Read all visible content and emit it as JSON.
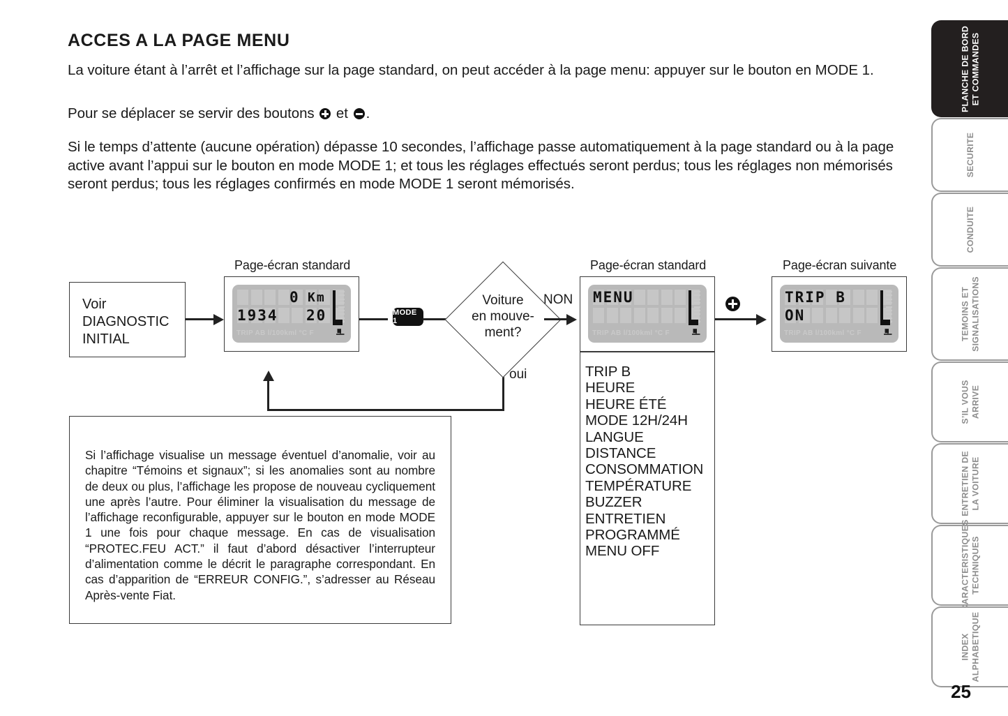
{
  "heading": "ACCES A LA PAGE MENU",
  "paragraphs": {
    "p1_a": "La voiture étant à l’arrêt et l’affichage sur la page standard, on peut accéder à la page menu: appuyer sur le bouton en MODE 1.",
    "p2_a": "Pour se déplacer se servir des boutons ",
    "p2_b": " et ",
    "p2_c": ".",
    "p3_a": "Si le temps d’attente (aucune opération) dépasse 10 secondes, l’affichage passe automatiquement à la page standard ou à la page active avant l’appui sur le bouton en mode MODE 1; et tous les réglages effectués seront perdus; tous les réglages non mémorisés seront perdus; tous les réglages confirmés en mode MODE 1 seront mémorisés."
  },
  "flow": {
    "caption_left": "Page-écran standard",
    "caption_mid": "Page-écran standard",
    "caption_right": "Page-écran suivante",
    "start_box": "Voir\nDIAGNOSTIC\nINITIAL",
    "start_box_l1": "Voir",
    "start_box_l2": "DIAGNOSTIC",
    "start_box_l3": "INITIAL",
    "mode_button": "MODE 1",
    "decision_l1": "Voiture",
    "decision_l2": "en mouve-",
    "decision_l3": "ment?",
    "edge_non": "NON",
    "edge_oui": "oui",
    "plus_icon": "plus-icon",
    "minus_icon": "minus-icon"
  },
  "lcd_standard": {
    "line1_value": "0",
    "line1_unit": "Km",
    "line2_left": "1934",
    "line2_right": "20",
    "bottom_labels": "TRIP AB l/100kml     °C  F",
    "snowflake_icon": "snowflake-icon",
    "fuel_icon": "fuel-pump-icon"
  },
  "lcd_menu": {
    "line1": "MENU",
    "line2": "",
    "bottom_labels": "TRIP AB l/100kml     °C  F",
    "fuel_icon": "fuel-pump-icon"
  },
  "lcd_trip": {
    "line1": "TRIP B",
    "line2": "ON",
    "bottom_labels": "TRIP AB l/100kml     °C  F",
    "fuel_icon": "fuel-pump-icon"
  },
  "menu_items": [
    "TRIP B",
    "HEURE",
    "HEURE ÉTÉ",
    "MODE 12H/24H",
    "LANGUE",
    "DISTANCE",
    "CONSOMMATION",
    "TEMPÉRATURE",
    "BUZZER",
    "ENTRETIEN",
    "PROGRAMMÉ",
    "MENU OFF"
  ],
  "note_box": {
    "text": "Si l’affichage visualise un message éventuel d’anomalie, voir au chapitre “Témoins et signaux”; si les anomalies sont au nombre de deux ou plus, l’affichage les propose de nouveau cycliquement une après l’autre. Pour éliminer la visualisation du message de l’affichage reconfigurable, appuyer sur le bouton en mode MODE 1 une fois pour chaque message. En cas de visualisation “PROTEC.FEU ACT.” il faut d’abord désactiver l’interrupteur d’alimentation comme le décrit le paragraphe correspondant. En cas d’apparition de “ERREUR CONFIG.”, s’adresser au Réseau Après-vente Fiat."
  },
  "sidebar": {
    "tabs": [
      {
        "label": "PLANCHE DE BORD\nET COMMANDES",
        "l1": "PLANCHE DE BORD",
        "l2": "ET COMMANDES",
        "active": true
      },
      {
        "label": "SECURITE",
        "l1": "SECURITE",
        "l2": "",
        "active": false
      },
      {
        "label": "CONDUITE",
        "l1": "CONDUITE",
        "l2": "",
        "active": false
      },
      {
        "label": "TEMOINS ET\nSIGNALISATIONS",
        "l1": "TEMOINS ET",
        "l2": "SIGNALISATIONS",
        "active": false
      },
      {
        "label": "S’IL VOUS\nARRIVE",
        "l1": "S’IL VOUS",
        "l2": "ARRIVE",
        "active": false
      },
      {
        "label": "ENTRETIEN DE\nLA VOITURE",
        "l1": "ENTRETIEN DE",
        "l2": "LA VOITURE",
        "active": false
      },
      {
        "label": "CARACTERISTIQUES\nTECHNIQUES",
        "l1": "CARACTERISTIQUES",
        "l2": "TECHNIQUES",
        "active": false
      },
      {
        "label": "INDEX\nALPHABETIQUE",
        "l1": "INDEX",
        "l2": "ALPHABETIQUE",
        "active": false
      }
    ]
  },
  "page_number": "25",
  "colors": {
    "ink": "#1a1a1a",
    "lcd_bg": "#b9b9b9",
    "lcd_ghost": "#c9c9c9",
    "tab_inactive_border": "#9a9a9a",
    "tab_active_bg": "#231f1f"
  }
}
